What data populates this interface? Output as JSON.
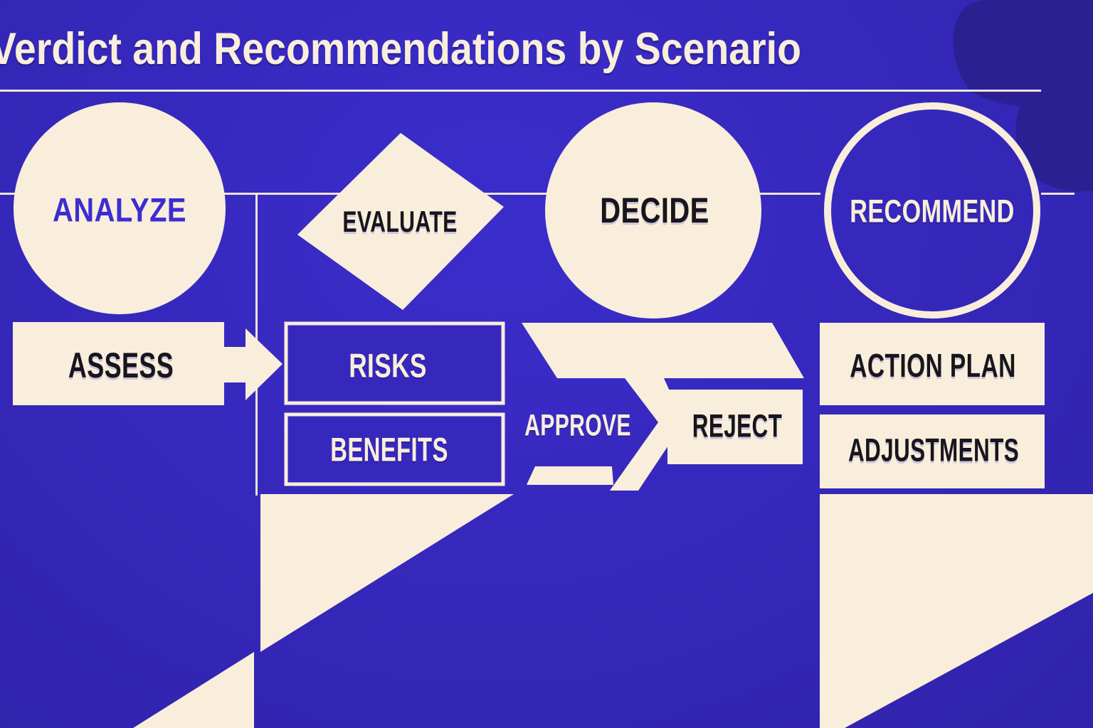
{
  "header": {
    "title": "Verdict and Recommendations by Scenario"
  },
  "flowchart": {
    "stages": [
      {
        "label": "ANALYZE",
        "shape": "circle"
      },
      {
        "label": "EVALUATE",
        "shape": "diamond"
      },
      {
        "label": "DECIDE",
        "shape": "circle"
      },
      {
        "label": "RECOMMEND",
        "shape": "outlined-circle"
      }
    ],
    "steps": {
      "assess": "ASSESS",
      "risks": "RISKS",
      "benefits": "BENEFITS",
      "approve": "APPROVE",
      "reject": "REJECT",
      "action_plan": "ACTION PLAN",
      "adjustments": "ADJUSTMENTS"
    }
  },
  "colors": {
    "background": "#3527b9",
    "cream": "#f8eedb",
    "ink": "#18161c",
    "accent_blue": "#3c2dd2",
    "silhouette": "#2b2092"
  }
}
